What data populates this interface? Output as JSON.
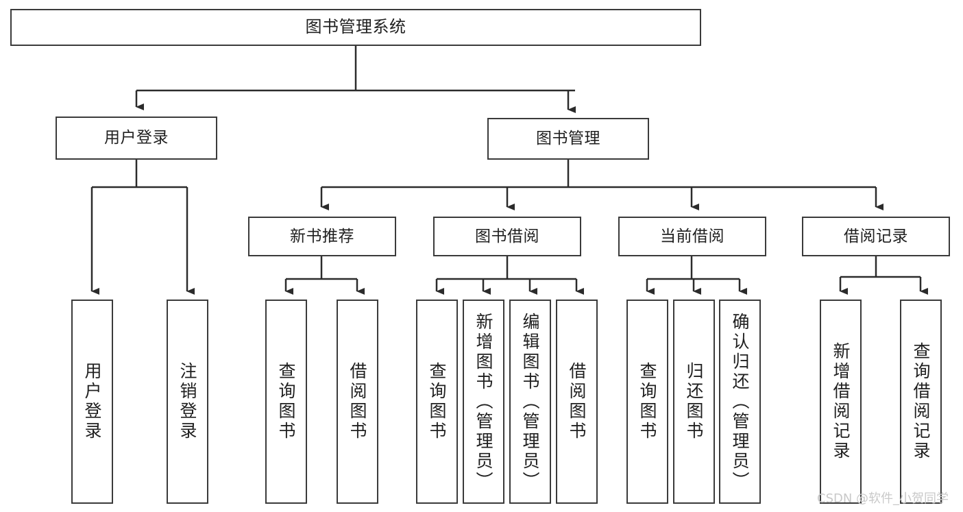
{
  "diagram": {
    "title": "图书管理系统",
    "type": "hierarchy-tree",
    "colors": {
      "background": "#ffffff",
      "node_border": "#3a3a3a",
      "node_fill": "#ffffff",
      "edge": "#2b2b2b",
      "text": "#1f1f1f",
      "watermark": "#c9c9c9"
    },
    "levels": {
      "level1": [
        {
          "id": "root",
          "label": "图书管理系统"
        }
      ],
      "level2": [
        {
          "id": "user-login",
          "label": "用户登录"
        },
        {
          "id": "book-manage",
          "label": "图书管理"
        }
      ],
      "level3": [
        {
          "id": "new-book-rec",
          "label": "新书推荐"
        },
        {
          "id": "book-borrow",
          "label": "图书借阅"
        },
        {
          "id": "current-borrow",
          "label": "当前借阅"
        },
        {
          "id": "borrow-record",
          "label": "借阅记录"
        }
      ],
      "level4": [
        {
          "id": "leaf-user-login",
          "label": "用户登录",
          "parent": "user-login"
        },
        {
          "id": "leaf-logout-login",
          "label": "注销登录",
          "parent": "user-login"
        },
        {
          "id": "leaf-query-book-1",
          "label": "查询图书",
          "parent": "new-book-rec"
        },
        {
          "id": "leaf-borrow-book-1",
          "label": "借阅图书",
          "parent": "new-book-rec"
        },
        {
          "id": "leaf-query-book-2",
          "label": "查询图书",
          "parent": "book-borrow"
        },
        {
          "id": "leaf-add-book",
          "label": "新增图书（管理员）",
          "parent": "book-borrow"
        },
        {
          "id": "leaf-edit-book",
          "label": "编辑图书（管理员）",
          "parent": "book-borrow"
        },
        {
          "id": "leaf-borrow-book-2",
          "label": "借阅图书",
          "parent": "book-borrow"
        },
        {
          "id": "leaf-query-book-3",
          "label": "查询图书",
          "parent": "current-borrow"
        },
        {
          "id": "leaf-return-book",
          "label": "归还图书",
          "parent": "current-borrow"
        },
        {
          "id": "leaf-confirm-return",
          "label": "确认归还（管理员）",
          "parent": "current-borrow"
        },
        {
          "id": "leaf-add-record",
          "label": "新增借阅记录",
          "parent": "borrow-record"
        },
        {
          "id": "leaf-query-record",
          "label": "查询借阅记录",
          "parent": "borrow-record"
        }
      ]
    },
    "watermark": "CSDN @软件_小贺同学"
  }
}
